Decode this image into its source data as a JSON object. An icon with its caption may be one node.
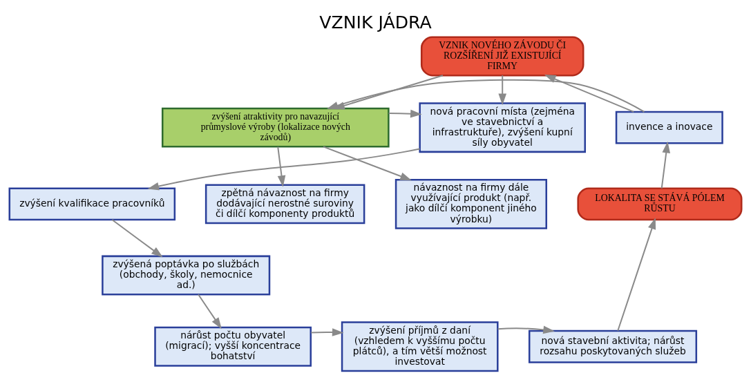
{
  "diagram": {
    "title": "VZNIK JÁDRA",
    "nodes": [
      {
        "text": [
          "VZNIK NOVÉHO ZÁVODU ČI ROZŠÍŘENÍ JIŽ EXISTUJÍCÍ FIRMY"
        ]
      },
      {
        "text": [
          "zvýšení atraktivity pro navazující průmyslové výroby (lokalizace nových závodů)"
        ]
      },
      {
        "text": [
          "nová pracovní místa (zejména ve stavebnictví a infrastruktuře), zvýšení kupní síly obyvatel"
        ]
      },
      {
        "text": [
          "invence a inovace"
        ]
      },
      {
        "text": [
          "zvýšení kvalifikace pracovníků"
        ]
      },
      {
        "text": [
          "zpětná návaznost na firmy dodávající nerostné suroviny či dílčí komponenty produktů"
        ]
      },
      {
        "text": [
          "návaznost na firmy dále využívající produkt (např. jako dílčí komponent jiného výrobku)"
        ]
      },
      {
        "text": [
          "LOKALITA SE STÁVÁ PÓLEM RŮSTU"
        ]
      },
      {
        "text": [
          "zvýšená poptávka po službách (obchody, školy, nemocnice ad.)"
        ]
      },
      {
        "text": [
          "nárůst počtu obyvatel (migrací); vyšší koncentrace bohatství"
        ]
      },
      {
        "text": [
          "zvýšení příjmů z daní (vzhledem k vyššímu počtu plátců), a tím větší možnost investovat"
        ]
      },
      {
        "text": [
          "nová stavební aktivita; nárůst rozsahu poskytovaných služeb"
        ]
      }
    ],
    "edges": [
      {
        "from": 0,
        "to": 2,
        "arrow": "to"
      },
      {
        "from": 0,
        "to": 1,
        "arrow": "to"
      },
      {
        "from": 3,
        "to": 0,
        "arrow": "to"
      },
      {
        "from": 1,
        "to": 2,
        "arrow": "to"
      },
      {
        "from": 3,
        "to": 1,
        "arrow": "to"
      },
      {
        "from": 1,
        "to": 5,
        "arrow": "to"
      },
      {
        "from": 1,
        "to": 6,
        "arrow": "to"
      },
      {
        "from": 2,
        "to": 4,
        "arrow": "to"
      },
      {
        "from": 4,
        "to": 8,
        "arrow": "to"
      },
      {
        "from": 8,
        "to": 9,
        "arrow": "to"
      },
      {
        "from": 9,
        "to": 10,
        "arrow": "to"
      },
      {
        "from": 10,
        "to": 11,
        "arrow": "to"
      },
      {
        "from": 11,
        "to": 7,
        "arrow": "to"
      },
      {
        "from": 7,
        "to": 3,
        "arrow": "to"
      }
    ]
  }
}
